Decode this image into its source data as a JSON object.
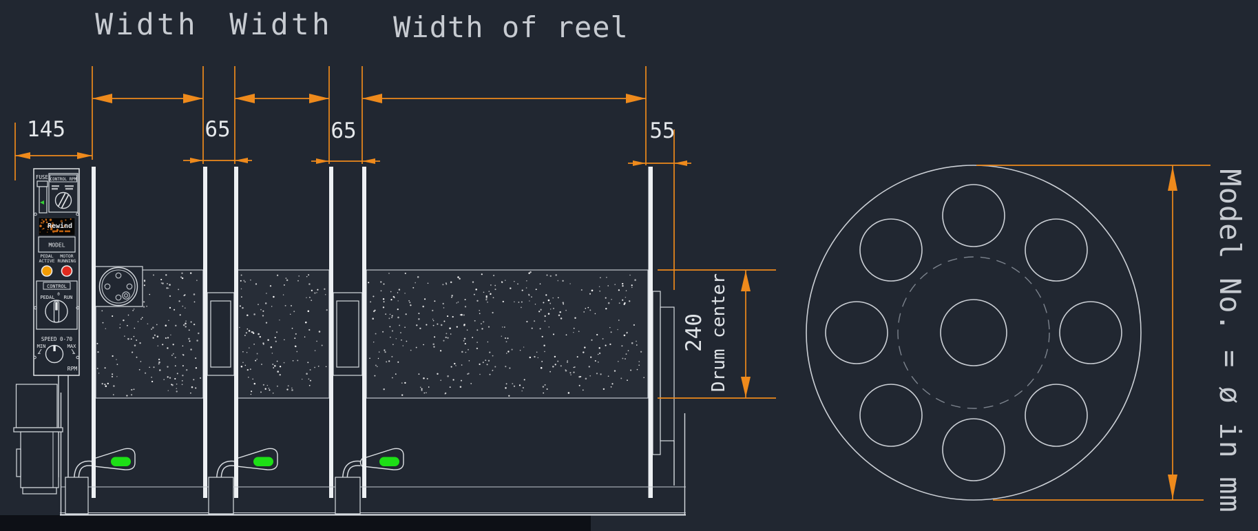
{
  "drawing": {
    "top_labels": {
      "width1": "Width",
      "width2": "Width",
      "width_of_reel": "Width of reel"
    },
    "dims": {
      "left_offset": "145",
      "gap1": "65",
      "gap2": "65",
      "right_offset": "55",
      "drum_diameter": "240",
      "drum_center_label": "Drum center",
      "reel_note": "Model No. = ø in mm"
    }
  },
  "panel": {
    "fuse_label": "FUSE",
    "control_rpm_label": "CONTROL RPM",
    "logo_text": "Rewind",
    "model_label": "MODEL",
    "pedal_active_line1": "PEDAL",
    "pedal_active_line2": "ACTIVE",
    "motor_running_line1": "MOTOR",
    "motor_running_line2": "RUNNING",
    "control_label": "CONTROL",
    "pedal_label": "PEDAL",
    "run_label": "RUN",
    "switch_zero": "0",
    "speed_label": "SPEED 0-70",
    "min_label": "MIN",
    "max_label": "MAX",
    "rpm_label": "RPM"
  },
  "colors": {
    "background": "#212731",
    "dimension_orange": "#ee8a1c",
    "line_white": "#d8dce1",
    "label_gray": "#c7cbd1",
    "lever_green": "#1ddf16",
    "led_orange": "#f39c04",
    "led_red": "#e02a1e",
    "bottom_band": "#0d1016"
  }
}
